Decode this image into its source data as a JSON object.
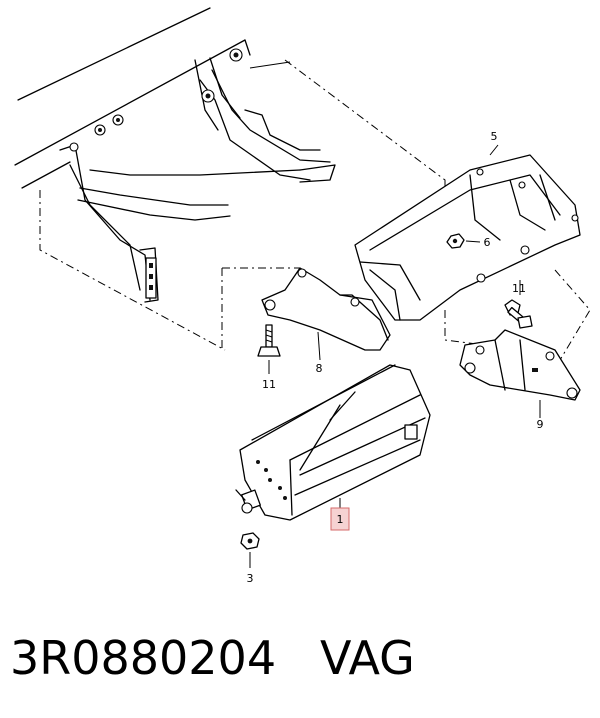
{
  "callouts": {
    "c1": "1",
    "c3": "3",
    "c5": "5",
    "c6": "6",
    "c8": "8",
    "c9": "9",
    "c11a": "11",
    "c11b": "11"
  },
  "highlight_color": "#f6d2d2",
  "footer": {
    "part_number": "3R0880204",
    "brand": "VAG"
  }
}
